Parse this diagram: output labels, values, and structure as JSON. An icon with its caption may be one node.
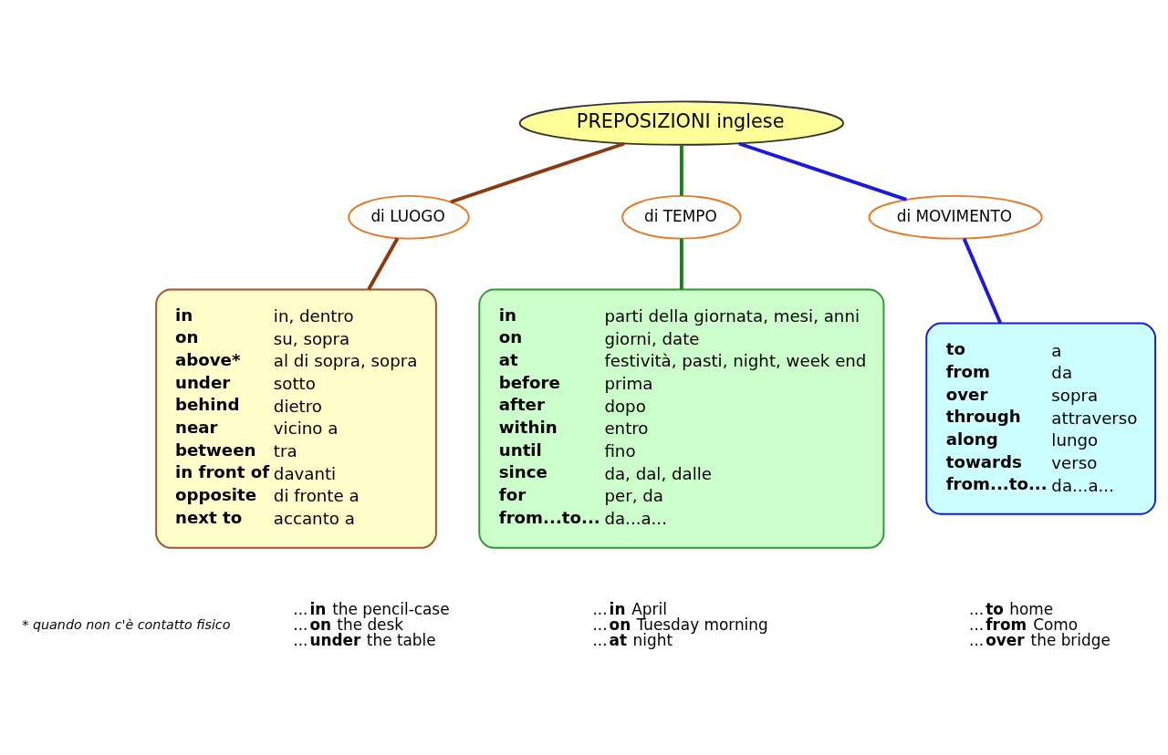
{
  "diagram": {
    "nodes": [
      {
        "text": [
          "PREPOSIZIONI inglese"
        ]
      },
      {
        "text": [
          "di LUOGO"
        ]
      },
      {
        "text": [
          "di TEMPO"
        ]
      },
      {
        "text": [
          "di MOVIMENTO"
        ]
      },
      {
        "text": [
          "in",
          "in, dentro",
          "on",
          "su, sopra",
          "above*",
          "al di sopra, sopra",
          "under",
          "sotto",
          "behind",
          "dietro",
          "near",
          "vicino a",
          "between",
          "tra",
          "in front of",
          "davanti",
          "opposite",
          "di fronte a",
          "next to",
          "accanto a"
        ]
      },
      {
        "text": [
          "in",
          "parti della giornata, mesi, anni",
          "on",
          "giorni, date",
          "at",
          "festività, pasti, night, week end",
          "before",
          "prima",
          "after",
          "dopo",
          "within",
          "entro",
          "until",
          "fino",
          "since",
          "da, dal, dalle",
          "for",
          "per, da",
          "from...to...",
          "da...a..."
        ]
      },
      {
        "text": [
          "to",
          "a",
          "from",
          "da",
          "over",
          "sopra",
          "through",
          "attraverso",
          "along",
          "lungo",
          "towards",
          "verso",
          "from...to...",
          "da...a..."
        ]
      }
    ],
    "edges": [
      {
        "from": 0,
        "to": 1,
        "arrow": "none",
        "color": "#8b3a0f"
      },
      {
        "from": 0,
        "to": 2,
        "arrow": "none",
        "color": "#1a7f1a"
      },
      {
        "from": 0,
        "to": 3,
        "arrow": "none",
        "color": "#1a1adc"
      },
      {
        "from": 1,
        "to": 4,
        "arrow": "none",
        "color": "#8b3a0f"
      },
      {
        "from": 2,
        "to": 5,
        "arrow": "none",
        "color": "#1a7f1a"
      },
      {
        "from": 3,
        "to": 6,
        "arrow": "none",
        "color": "#1a1adc"
      }
    ],
    "labels": [
      "* quando non c'è contatto fisico",
      "...**in** the pencil-case",
      "...**on** the desk",
      "...**under** the table",
      "...**in** April",
      "...**on** Tuesday morning",
      "...**at** night",
      "...**to** home",
      "...**from** Como",
      "...**over** the bridge"
    ]
  }
}
